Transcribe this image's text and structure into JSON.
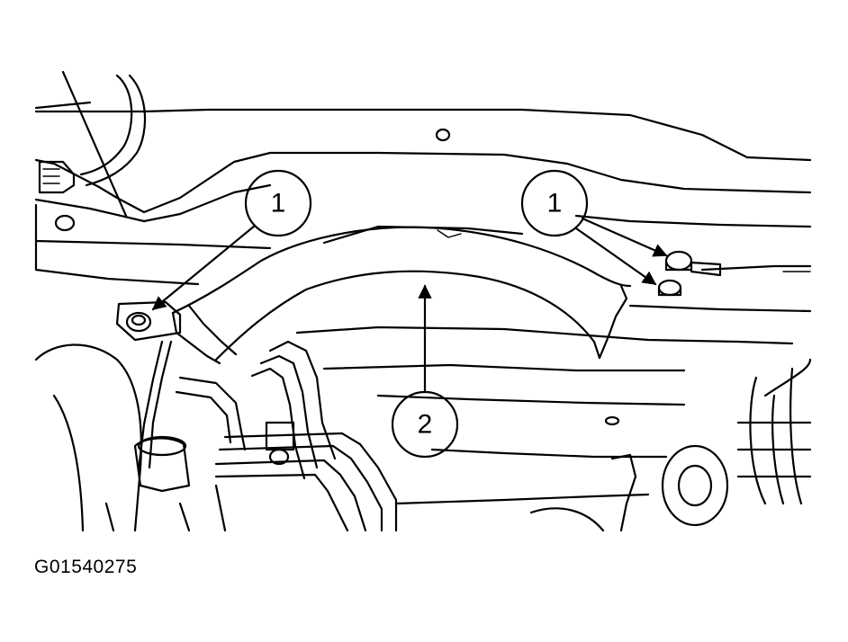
{
  "figure_id": "G01540275",
  "callouts": [
    {
      "id": "callout-1-left",
      "label": "1"
    },
    {
      "id": "callout-1-right",
      "label": "1"
    },
    {
      "id": "callout-2",
      "label": "2"
    }
  ]
}
